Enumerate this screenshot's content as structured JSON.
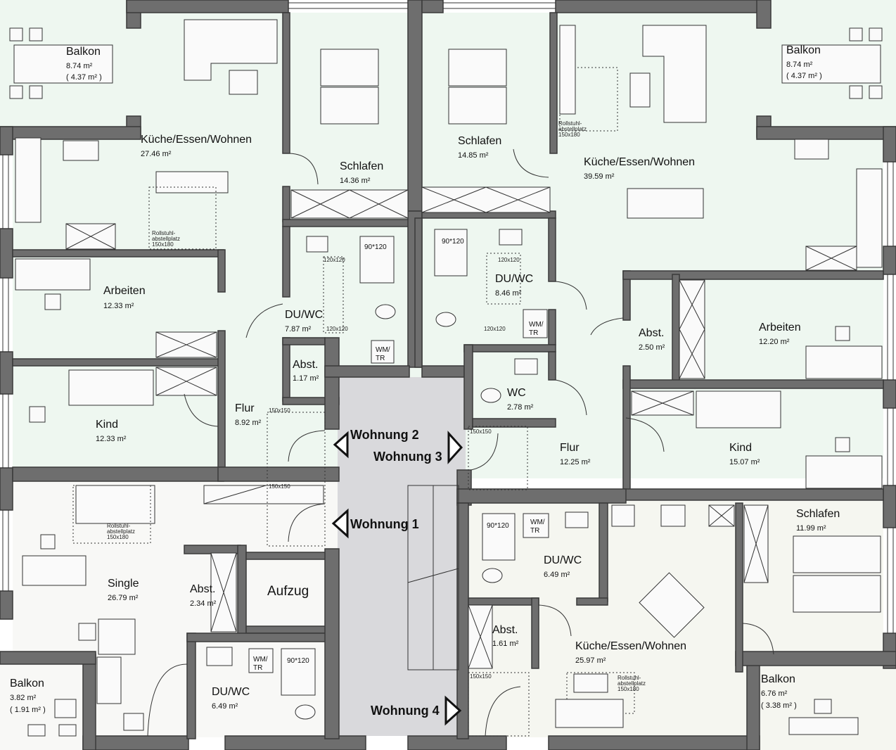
{
  "units": {
    "w1": "Wohnung 1",
    "w2": "Wohnung 2",
    "w3": "Wohnung 3",
    "w4": "Wohnung 4"
  },
  "rooms": {
    "balkon_tl": {
      "name": "Balkon",
      "area": "8.74 m²",
      "sub": "( 4.37 m² )"
    },
    "balkon_tr": {
      "name": "Balkon",
      "area": "8.74 m²",
      "sub": "( 4.37 m² )"
    },
    "balkon_bl": {
      "name": "Balkon",
      "area": "3.82 m²",
      "sub": "( 1.91 m² )"
    },
    "balkon_br": {
      "name": "Balkon",
      "area": "6.76 m²",
      "sub": "( 3.38 m² )"
    },
    "kew_w2": {
      "name": "Küche/Essen/Wohnen",
      "area": "27.46 m²"
    },
    "kew_w3": {
      "name": "Küche/Essen/Wohnen",
      "area": "39.59 m²"
    },
    "kew_w4": {
      "name": "Küche/Essen/Wohnen",
      "area": "25.97 m²"
    },
    "schlafen_w2": {
      "name": "Schlafen",
      "area": "14.36 m²"
    },
    "schlafen_w3": {
      "name": "Schlafen",
      "area": "14.85 m²"
    },
    "schlafen_w4": {
      "name": "Schlafen",
      "area": "11.99 m²"
    },
    "arbeiten_w2": {
      "name": "Arbeiten",
      "area": "12.33 m²"
    },
    "arbeiten_w3": {
      "name": "Arbeiten",
      "area": "12.20 m²"
    },
    "kind_w2": {
      "name": "Kind",
      "area": "12.33 m²"
    },
    "kind_w3": {
      "name": "Kind",
      "area": "15.07 m²"
    },
    "duwc_w2": {
      "name": "DU/WC",
      "area": "7.87 m²"
    },
    "duwc_w3": {
      "name": "DU/WC",
      "area": "8.46 m²"
    },
    "duwc_w1": {
      "name": "DU/WC",
      "area": "6.49 m²"
    },
    "duwc_w4": {
      "name": "DU/WC",
      "area": "6.49 m²"
    },
    "abst_w2": {
      "name": "Abst.",
      "area": "1.17 m²"
    },
    "abst_w3": {
      "name": "Abst.",
      "area": "2.50 m²"
    },
    "abst_w1": {
      "name": "Abst.",
      "area": "2.34 m²"
    },
    "abst_w4": {
      "name": "Abst.",
      "area": "1.61 m²"
    },
    "flur_w2": {
      "name": "Flur",
      "area": "8.92 m²"
    },
    "flur_w3": {
      "name": "Flur",
      "area": "12.25 m²"
    },
    "wc_w3": {
      "name": "WC",
      "area": "2.78 m²"
    },
    "single_w1": {
      "name": "Single",
      "area": "26.79 m²"
    },
    "aufzug": {
      "name": "Aufzug"
    }
  },
  "annotations": {
    "shower": "90*120",
    "wmtr_a": "WM/",
    "wmtr_b": "TR",
    "circle120": "120x120",
    "circle150": "150x150",
    "rolli_a": "Rollstuhl-",
    "rolli_b": "abstellplatz",
    "rolli_c": "150x180"
  }
}
